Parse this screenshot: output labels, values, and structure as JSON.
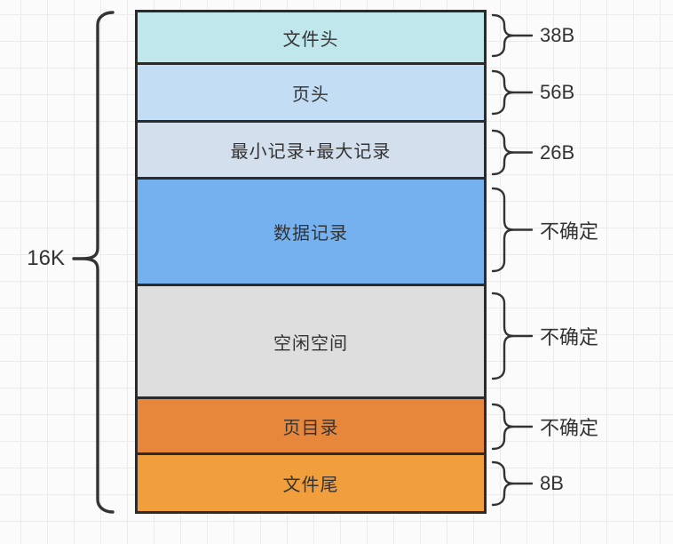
{
  "diagram": {
    "title_hint": "InnoDB page structure",
    "total_size": {
      "label": "16K"
    },
    "blocks": [
      {
        "label": "文件头",
        "size": "38B",
        "color": "#bfe7ec"
      },
      {
        "label": "页头",
        "size": "56B",
        "color": "#c3ddf5"
      },
      {
        "label": "最小记录+最大记录",
        "size": "26B",
        "color": "#d3dfed"
      },
      {
        "label": "数据记录",
        "size": "不确定",
        "color": "#74b1ee"
      },
      {
        "label": "空闲空间",
        "size": "不确定",
        "color": "#dedede"
      },
      {
        "label": "页目录",
        "size": "不确定",
        "color": "#e6873c"
      },
      {
        "label": "文件尾",
        "size": "8B",
        "color": "#f19e3c"
      }
    ],
    "colors": {
      "border": "#2b2b2b",
      "text": "#333333",
      "brace": "#333333",
      "grid_line": "#ebebeb",
      "background": "#fbfbfb"
    }
  }
}
